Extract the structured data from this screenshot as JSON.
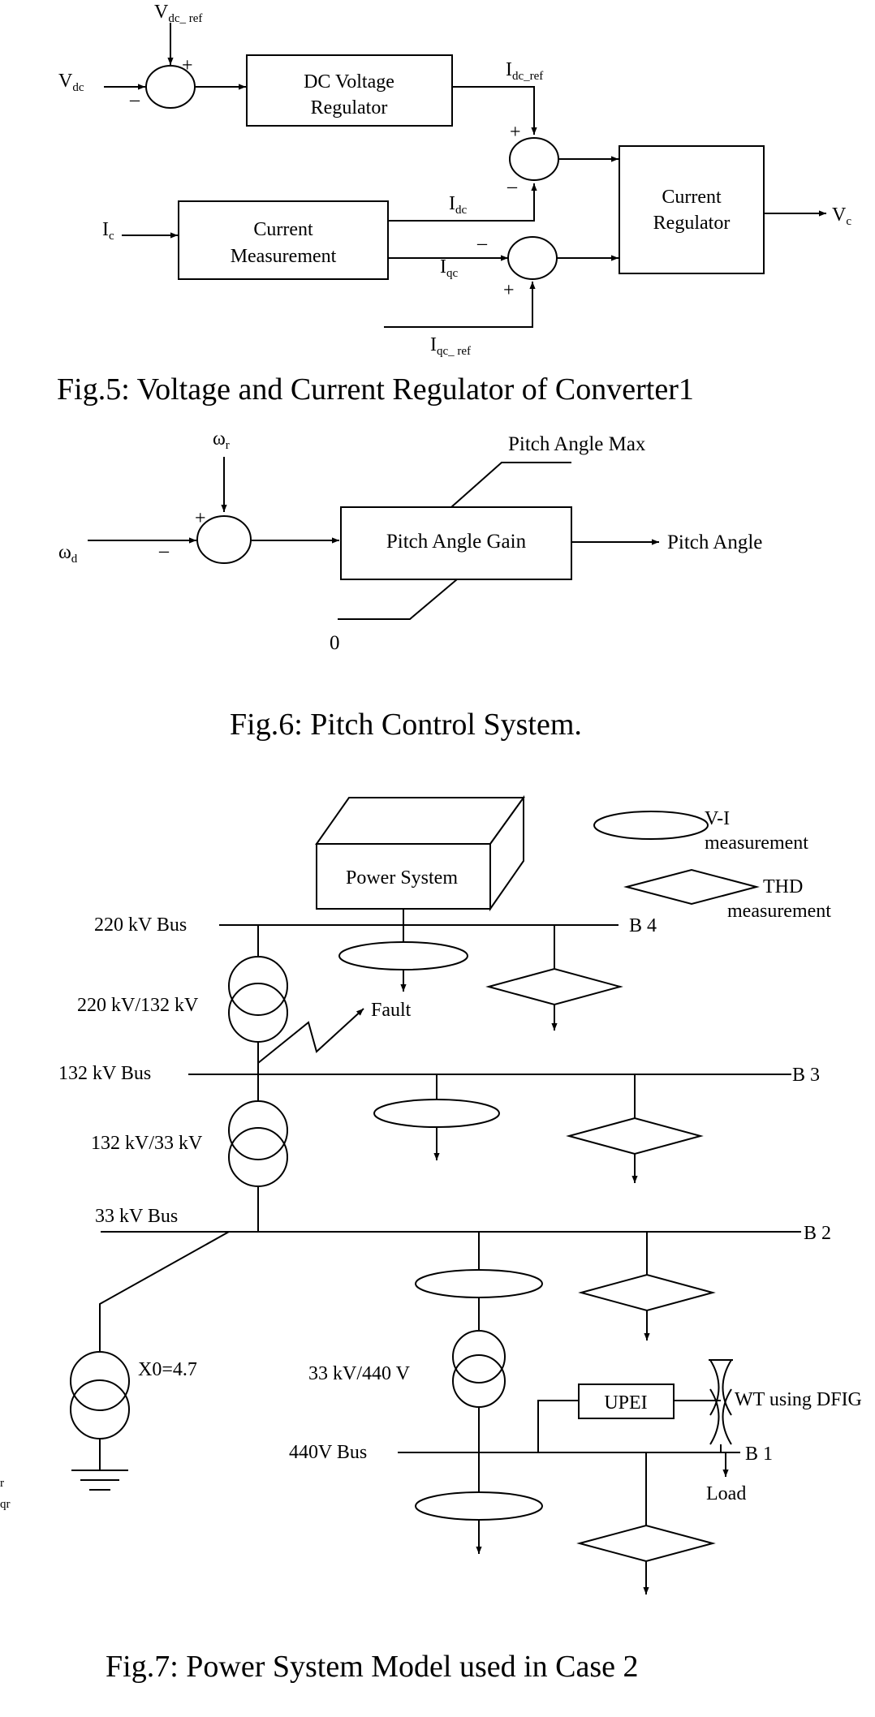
{
  "fig5": {
    "caption": "Fig.5: Voltage and Current Regulator of Converter1",
    "blocks": {
      "dc_voltage_regulator": [
        "DC  Voltage",
        "Regulator"
      ],
      "current_measurement": [
        "Current",
        "Measurement"
      ],
      "current_regulator": [
        "Current",
        "Regulator"
      ]
    },
    "signals": {
      "vdc_ref": {
        "main": "V",
        "sub": "dc_ ref"
      },
      "vdc": {
        "main": "V",
        "sub": "dc"
      },
      "idc_ref": {
        "main": "I",
        "sub": "dc_ref"
      },
      "idc": {
        "main": "I",
        "sub": "dc"
      },
      "ic": {
        "main": "I",
        "sub": "c"
      },
      "iqc": {
        "main": "I",
        "sub": "qc"
      },
      "iqc_ref": {
        "main": "I",
        "sub": "qc_ ref"
      },
      "vc": {
        "main": "V",
        "sub": "c"
      }
    },
    "signs": {
      "plus": "+",
      "minus": "–"
    }
  },
  "fig6": {
    "caption": "Fig.6: Pitch Control System.",
    "block": "Pitch Angle Gain",
    "labels": {
      "omega_r": {
        "main": "ω",
        "sub": "r"
      },
      "omega_d": {
        "main": "ω",
        "sub": "d"
      },
      "max": "Pitch Angle Max",
      "output": "Pitch Angle",
      "min": "0"
    },
    "signs": {
      "plus": "+",
      "minus": "–"
    }
  },
  "fig7": {
    "caption": "Fig.7: Power System Model used in Case 2",
    "power_system": "Power System",
    "legend": {
      "vi_1": "V-I",
      "vi_2": "measurement",
      "thd_1": "THD",
      "thd_2": "measurement"
    },
    "buses": {
      "b220": "220 kV Bus",
      "b132": "132 kV Bus",
      "b33": "33 kV Bus",
      "b440": "440V Bus"
    },
    "bus_ids": {
      "b4": "B 4",
      "b3": "B 3",
      "b2": "B 2",
      "b1": "B 1"
    },
    "transformers": {
      "t1": "220 kV/132 kV",
      "t2": "132 kV/33 kV",
      "t3": "33 kV/440 V",
      "t4": "X0=4.7"
    },
    "fault": "Fault",
    "upei": "UPEI",
    "wt": "WT using DFIG",
    "load": "Load"
  },
  "edge_fragments": {
    "a": "r",
    "b": "qr"
  }
}
